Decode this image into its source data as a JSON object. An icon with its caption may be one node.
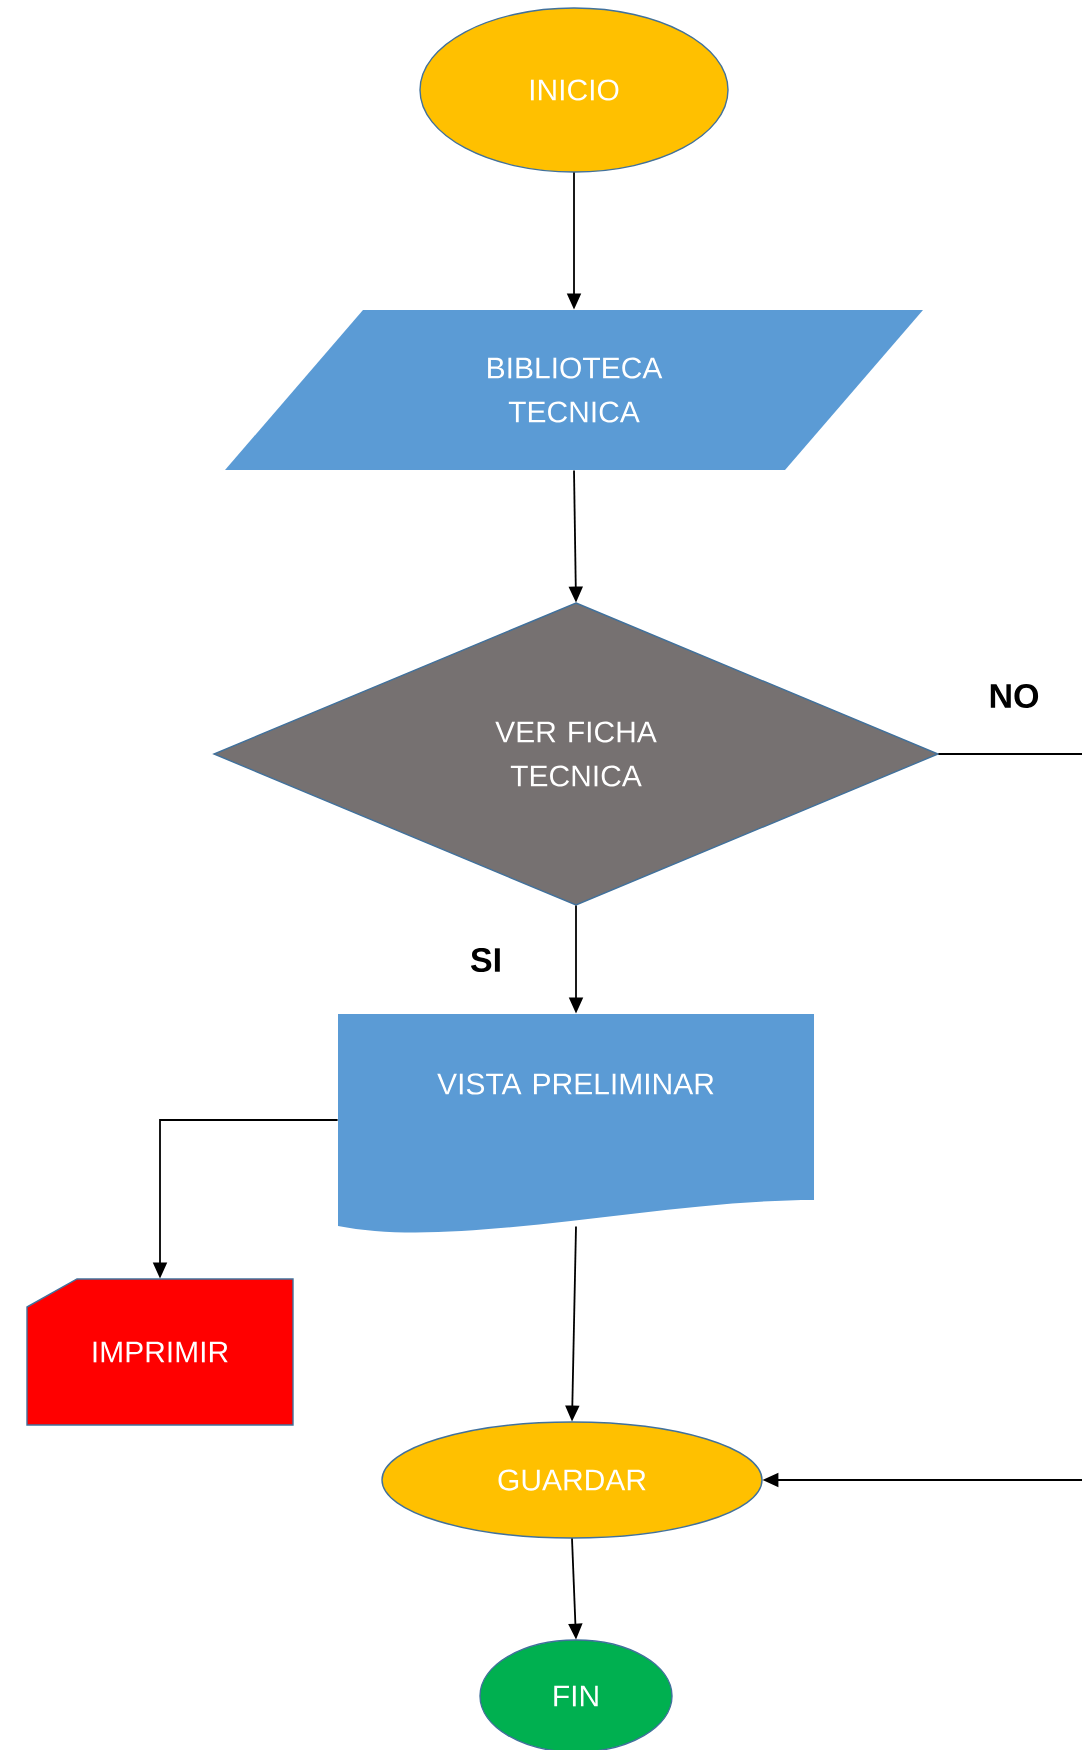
{
  "diagram": {
    "nodes": [
      {
        "text": [
          "INICIO"
        ]
      },
      {
        "text": [
          "BIBLIOTECA TECNICA"
        ]
      },
      {
        "text": [
          "VER FICHA TECNICA"
        ]
      },
      {
        "text": [
          "VISTA PRELIMINAR"
        ]
      },
      {
        "text": [
          "IMPRIMIR"
        ]
      },
      {
        "text": [
          "GUARDAR"
        ]
      },
      {
        "text": [
          "FIN"
        ]
      }
    ],
    "edges": [
      {
        "from": 0,
        "to": 1,
        "arrow": "to"
      },
      {
        "from": 1,
        "to": 2,
        "arrow": "to"
      },
      {
        "from": 2,
        "to": null,
        "arrow": "none",
        "label": "NO"
      },
      {
        "from": 2,
        "to": 3,
        "arrow": "to",
        "label": "SI"
      },
      {
        "from": 3,
        "to": 4,
        "arrow": "to"
      },
      {
        "from": 3,
        "to": 5,
        "arrow": "to"
      },
      {
        "from": null,
        "to": 5,
        "arrow": "to"
      },
      {
        "from": 5,
        "to": 6,
        "arrow": "to"
      }
    ]
  }
}
